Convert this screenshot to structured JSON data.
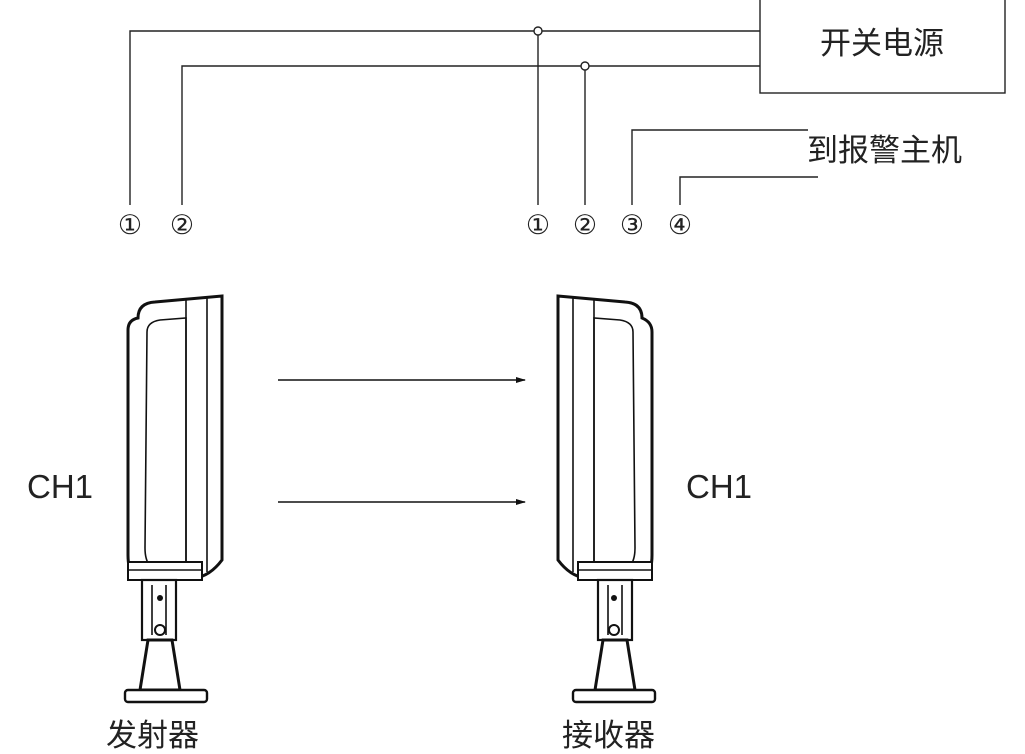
{
  "power_supply": {
    "label": "开关电源"
  },
  "alarm_host": {
    "label": "到报警主机"
  },
  "transmitter": {
    "channel": "CH1",
    "label": "发射器",
    "terminals": [
      "①",
      "②"
    ]
  },
  "receiver": {
    "channel": "CH1",
    "label": "接收器",
    "terminals": [
      "①",
      "②",
      "③",
      "④"
    ]
  }
}
